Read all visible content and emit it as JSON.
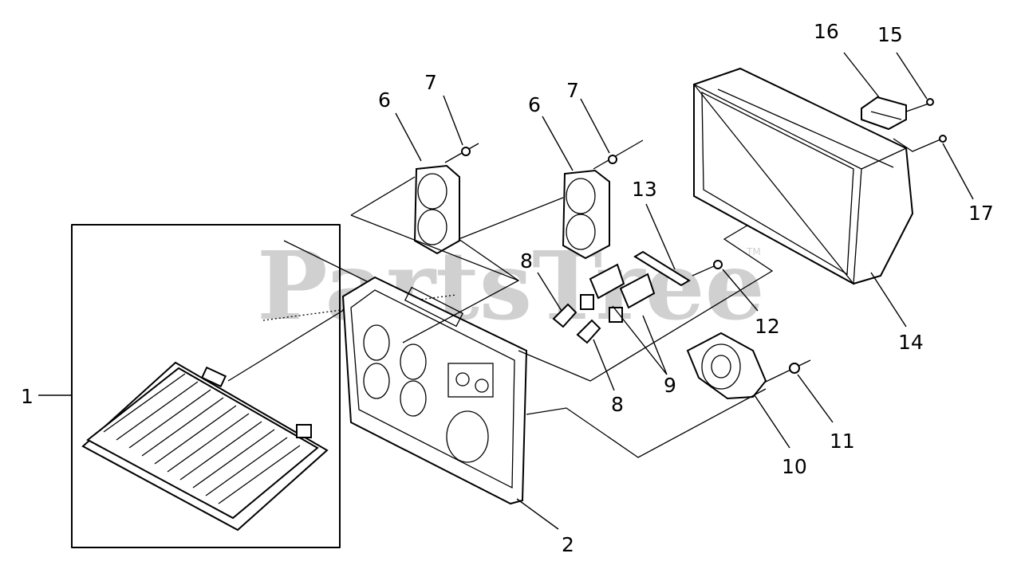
{
  "watermark": {
    "text": "PartsTree",
    "trademark": "TM"
  },
  "callouts": [
    {
      "id": "1",
      "text": "1"
    },
    {
      "id": "2",
      "text": "2"
    },
    {
      "id": "6a",
      "text": "6"
    },
    {
      "id": "6b",
      "text": "6"
    },
    {
      "id": "7a",
      "text": "7"
    },
    {
      "id": "7b",
      "text": "7"
    },
    {
      "id": "8a",
      "text": "8"
    },
    {
      "id": "8b",
      "text": "8"
    },
    {
      "id": "9",
      "text": "9"
    },
    {
      "id": "10",
      "text": "10"
    },
    {
      "id": "11",
      "text": "11"
    },
    {
      "id": "12",
      "text": "12"
    },
    {
      "id": "13",
      "text": "13"
    },
    {
      "id": "14",
      "text": "14"
    },
    {
      "id": "15",
      "text": "15"
    },
    {
      "id": "16",
      "text": "16"
    },
    {
      "id": "17",
      "text": "17"
    }
  ]
}
